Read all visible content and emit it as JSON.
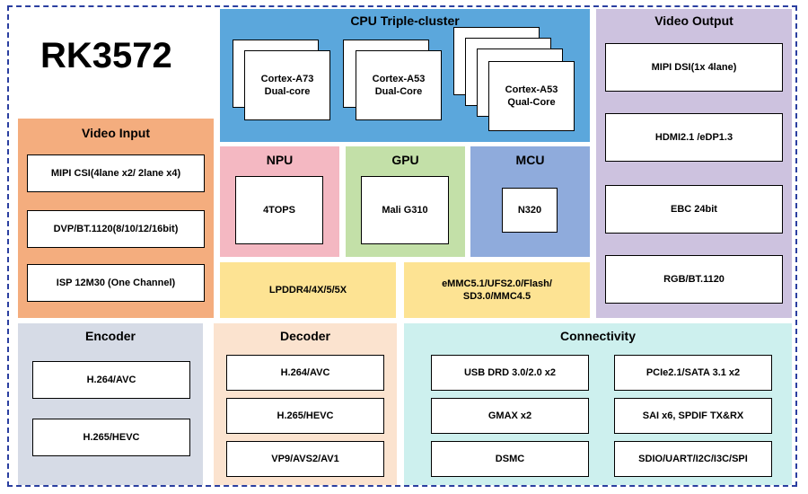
{
  "chip_name": "RK3572",
  "cpu": {
    "title": "CPU Triple-cluster",
    "cores": [
      {
        "name": "Cortex-A73",
        "config": "Dual-core"
      },
      {
        "name": "Cortex-A53",
        "config": "Dual-Core"
      },
      {
        "name": "Cortex-A53",
        "config": "Qual-Core"
      }
    ]
  },
  "video_input": {
    "title": "Video Input",
    "items": [
      "MIPI CSI(4lane x2/ 2lane x4)",
      "DVP/BT.1120(8/10/12/16bit)",
      "ISP 12M30 (One Channel)"
    ]
  },
  "npu": {
    "title": "NPU",
    "value": "4TOPS"
  },
  "gpu": {
    "title": "GPU",
    "value": "Mali G310"
  },
  "mcu": {
    "title": "MCU",
    "value": "N320"
  },
  "memory": {
    "ram": "LPDDR4/4X/5/5X",
    "storage_line1": "eMMC5.1/UFS2.0/Flash/",
    "storage_line2": "SD3.0/MMC4.5"
  },
  "video_output": {
    "title": "Video Output",
    "items": [
      "MIPI DSI(1x 4lane)",
      "HDMI2.1 /eDP1.3",
      "EBC 24bit",
      "RGB/BT.1120"
    ]
  },
  "encoder": {
    "title": "Encoder",
    "items": [
      "H.264/AVC",
      "H.265/HEVC"
    ]
  },
  "decoder": {
    "title": "Decoder",
    "items": [
      "H.264/AVC",
      "H.265/HEVC",
      "VP9/AVS2/AV1"
    ]
  },
  "connectivity": {
    "title": "Connectivity",
    "left": [
      "USB DRD 3.0/2.0 x2",
      "GMAX x2",
      "DSMC"
    ],
    "right": [
      "PCIe2.1/SATA 3.1 x2",
      "SAI x6, SPDIF TX&RX",
      "SDIO/UART/I2C/I3C/SPI"
    ]
  },
  "colors": {
    "frame": "#2b3fa0",
    "cpu": "#5ba7dc",
    "video_input": "#f4ad7e",
    "npu": "#f4b8c2",
    "gpu": "#c3e0a8",
    "mcu": "#8fabdc",
    "memory": "#fde393",
    "video_output": "#cdc2df",
    "encoder": "#d6dbe6",
    "decoder": "#fbe3cf",
    "connectivity": "#cdf0ee"
  }
}
